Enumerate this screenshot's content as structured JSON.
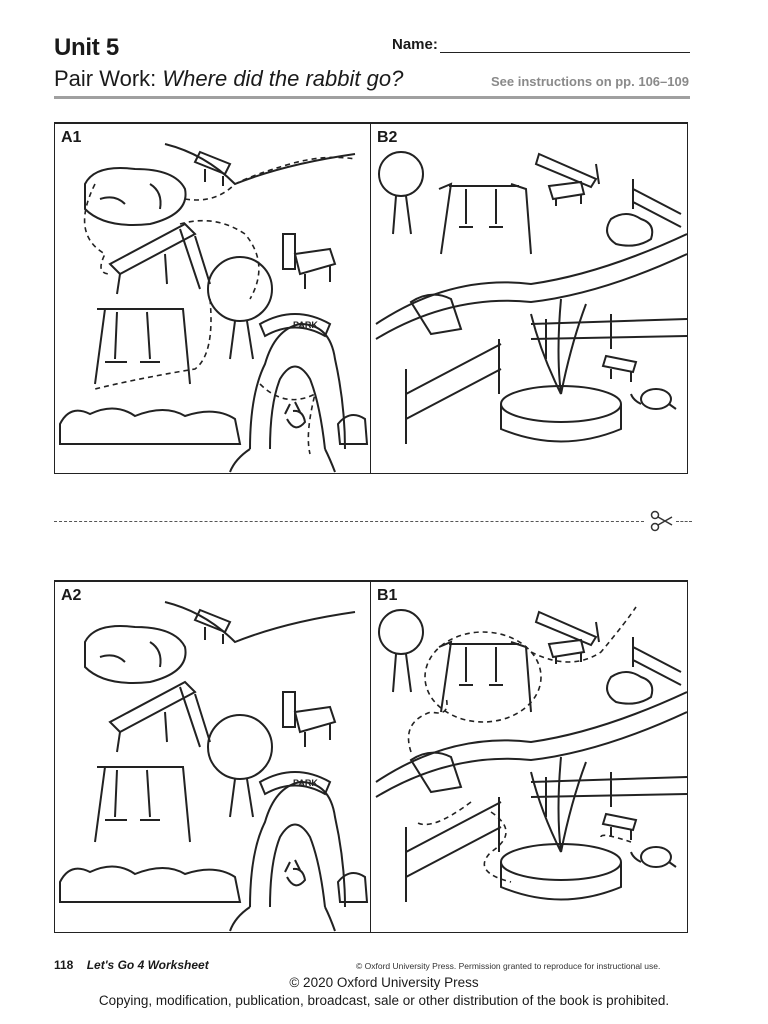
{
  "header": {
    "unit": "Unit 5",
    "subtitle_lead": "Pair Work:",
    "subtitle_question": "Where did the rabbit go?",
    "name_label": "Name:",
    "instructions": "See instructions on pp. 106–109"
  },
  "panels": {
    "a1": "A1",
    "b2": "B2",
    "a2": "A2",
    "b1": "B1",
    "park_sign": "PARK"
  },
  "footer": {
    "page_number": "118",
    "book_title": "Let's Go 4 Worksheet",
    "permission": "© Oxford University Press. Permission granted to reproduce for instructional use.",
    "copyright": "© 2020 Oxford University Press",
    "prohibition": "Copying, modification, publication, broadcast, sale or other distribution of the book is prohibited."
  },
  "icons": [
    "scissors-icon"
  ]
}
